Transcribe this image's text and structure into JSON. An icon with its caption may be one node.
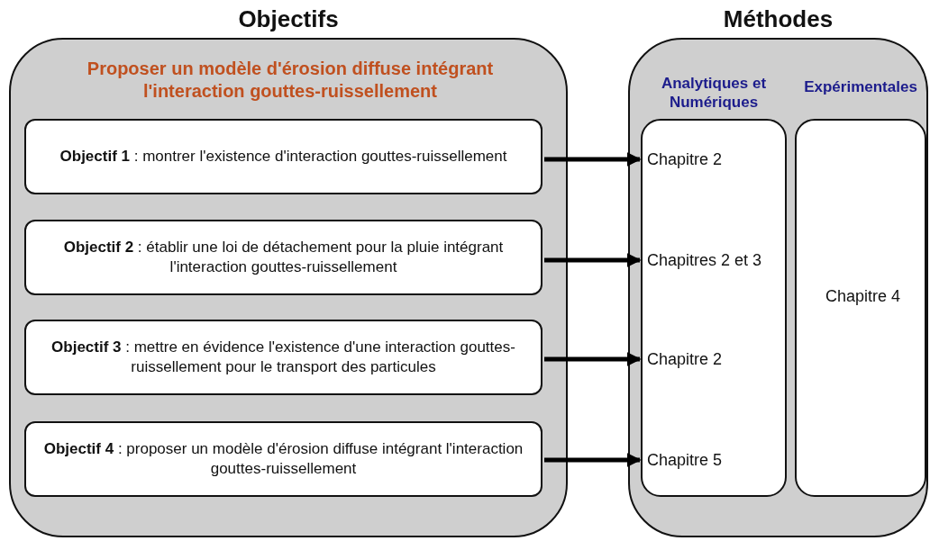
{
  "diagram": {
    "nodes": [
      {
        "text": [
          "Objectifs",
          "Proposer un modèle d'érosion diffuse intégrant l'interaction gouttes-ruissellement"
        ]
      },
      {
        "text": [
          "**Objectif 1** : montrer l'existence d'interaction gouttes-ruissellement"
        ],
        "in": 0
      },
      {
        "text": [
          "**Objectif 2** : établir une loi de détachement pour la pluie intégrant l'interaction gouttes-ruissellement"
        ],
        "in": 0
      },
      {
        "text": [
          "**Objectif 3** : mettre en évidence l'existence d'une interaction gouttes-ruissellement pour le transport des particules"
        ],
        "in": 0
      },
      {
        "text": [
          "**Objectif 4** : proposer un modèle d'érosion diffuse intégrant l'interaction gouttes-ruissellement"
        ],
        "in": 0
      },
      {
        "text": [
          "Méthodes"
        ]
      },
      {
        "text": [
          "Analytiques et Numériques"
        ],
        "in": 5
      },
      {
        "text": [
          "Chapitre 2"
        ],
        "in": 6
      },
      {
        "text": [
          "Chapitres 2 et 3"
        ],
        "in": 6
      },
      {
        "text": [
          "Chapitre 2"
        ],
        "in": 6
      },
      {
        "text": [
          "Chapitre 5"
        ],
        "in": 6
      },
      {
        "text": [
          "Expérimentales"
        ],
        "in": 5
      },
      {
        "text": [
          "Chapitre 4"
        ],
        "in": 11
      }
    ],
    "edges": [
      {
        "from": 1,
        "to": 7,
        "arrow": "to"
      },
      {
        "from": 2,
        "to": 8,
        "arrow": "to"
      },
      {
        "from": 3,
        "to": 9,
        "arrow": "to"
      },
      {
        "from": 4,
        "to": 10,
        "arrow": "to"
      }
    ]
  }
}
